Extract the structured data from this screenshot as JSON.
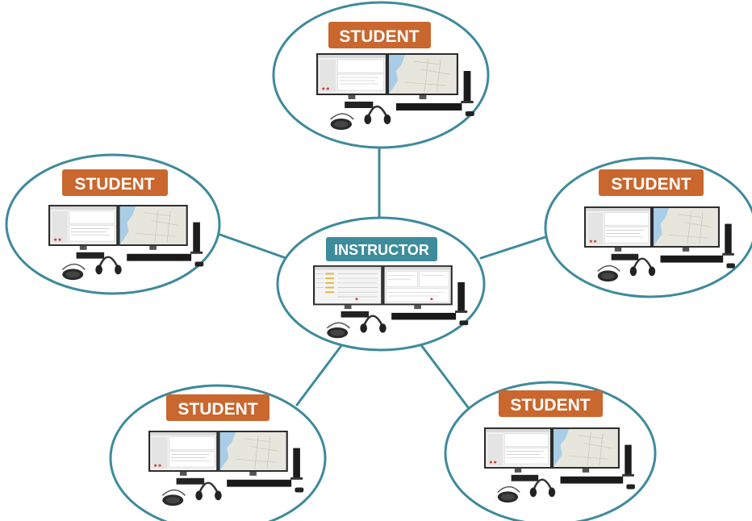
{
  "colors": {
    "ring": "#3e8a9b",
    "connector": "#3e8a9b",
    "student_label_bg": "#c9672e",
    "instructor_label_bg": "#3d8c9c",
    "label_text": "#ffffff",
    "monitor_bezel": "#2b2b2b",
    "map_water": "#a9cde6",
    "map_land": "#e6e6dc",
    "app_panel": "#f2f2f2"
  },
  "center": {
    "label": "INSTRUCTOR"
  },
  "nodes": [
    {
      "label": "STUDENT"
    },
    {
      "label": "STUDENT"
    },
    {
      "label": "STUDENT"
    },
    {
      "label": "STUDENT"
    },
    {
      "label": "STUDENT"
    }
  ]
}
